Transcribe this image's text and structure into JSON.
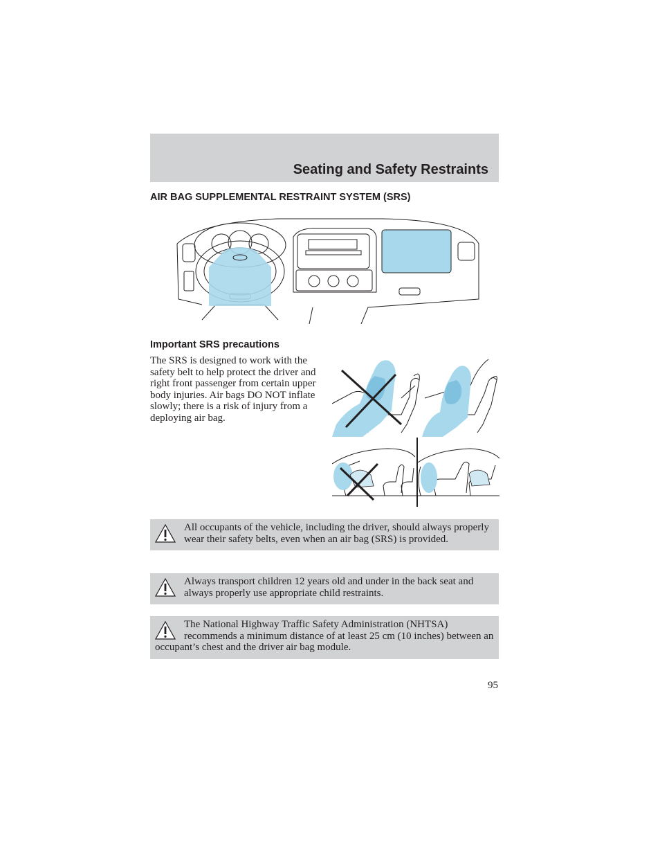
{
  "header": {
    "title": "Seating and Safety Restraints"
  },
  "section": {
    "heading": "AIR BAG SUPPLEMENTAL RESTRAINT SYSTEM (SRS)"
  },
  "precautions": {
    "heading": "Important SRS precautions",
    "body": "The SRS is designed to work with the safety belt to help protect the driver and right front passenger from certain upper body injuries. Air bags DO NOT inflate slowly; there is a risk of injury from a deploying air bag."
  },
  "warnings": [
    {
      "text": "All occupants of the vehicle, including the driver, should always properly wear their safety belts, even when an air bag (SRS) is provided."
    },
    {
      "text": "Always transport children 12 years old and under in the back seat and always properly use appropriate child restraints."
    },
    {
      "text": "The National Highway Traffic Safety Administration (NHTSA) recommends a minimum distance of at least 25 cm (10 inches) between an occupant’s chest and the driver air bag module."
    }
  ],
  "page_number": "95",
  "colors": {
    "band": "#d1d2d4",
    "airbag_blue": "#a8d8ec",
    "ink": "#231f20"
  },
  "icons": [
    "warning-triangle-icon"
  ]
}
